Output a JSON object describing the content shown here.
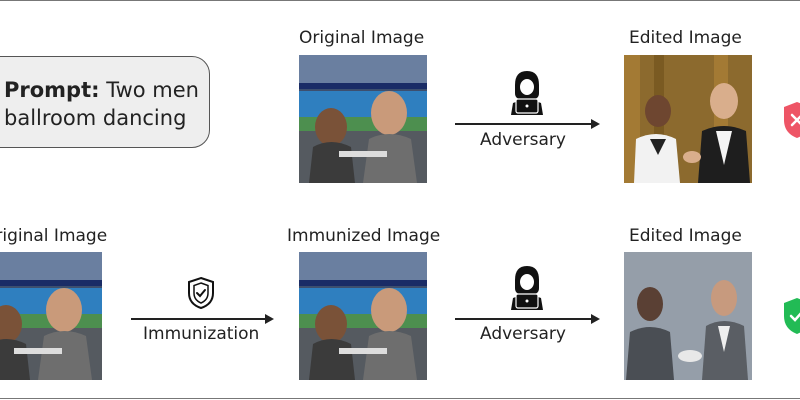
{
  "prompt": {
    "label": "Prompt:",
    "text_line1": "Two men",
    "text_line2": "ballroom dancing"
  },
  "row1": {
    "original_caption": "Original Image",
    "edited_caption": "Edited Image",
    "arrow_label": "Adversary",
    "result_icon": "x-shield-icon",
    "result_color": "#ee5566"
  },
  "row2": {
    "original_caption": "Original Image",
    "immunized_caption": "Immunized Image",
    "edited_caption": "Edited Image",
    "immunization_label": "Immunization",
    "adversary_label": "Adversary",
    "result_icon": "check-shield-icon",
    "result_color": "#22bb55"
  },
  "colors": {
    "bg": "#ffffff",
    "prompt_box": "#eeeeee",
    "line": "#555555"
  }
}
